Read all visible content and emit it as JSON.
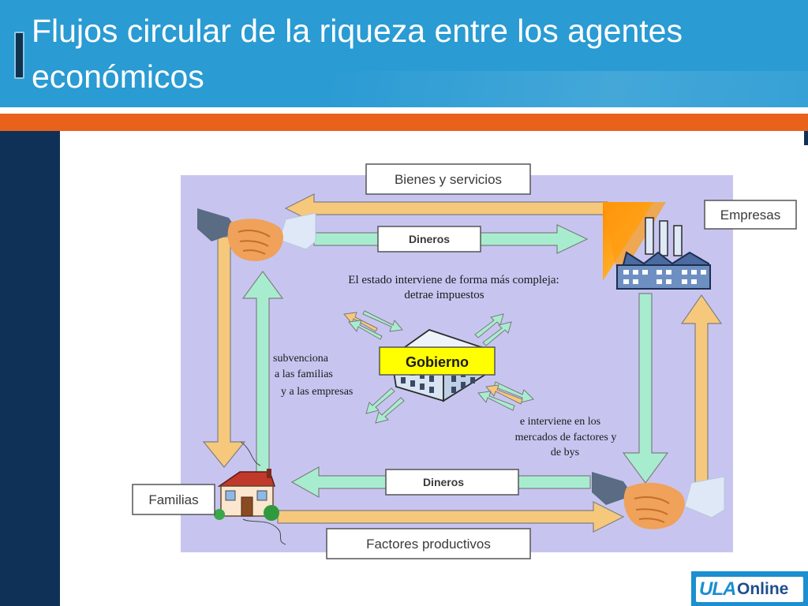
{
  "slide": {
    "title": "Flujos circular de la riqueza entre los agentes económicos"
  },
  "diagram": {
    "labels": {
      "bienes_servicios": "Bienes y servicios",
      "empresas": "Empresas",
      "dineros_top": "Dineros",
      "dineros_bottom": "Dineros",
      "familias": "Familias",
      "factores": "Factores productivos",
      "gobierno": "Gobierno"
    },
    "notes": {
      "estado_line1": "El estado interviene de forma más compleja:",
      "estado_line2": "detrae impuestos",
      "subvenciona_line1": "subvenciona",
      "subvenciona_line2": "a las familias",
      "subvenciona_line3": "y a las empresas",
      "interviene_line1": "e interviene en los",
      "interviene_line2": "mercados de factores y",
      "interviene_line3": "de bys"
    },
    "colors": {
      "background": "#c7c5f0",
      "goods_arrow": "#f6c87c",
      "money_arrow": "#a8ecd0",
      "gobierno_box": "#ffff00"
    },
    "icons": [
      "handshake-icon",
      "factory-icon",
      "house-icon",
      "government-building-icon"
    ]
  },
  "brand": {
    "ula": "ULA",
    "online": "Online"
  }
}
